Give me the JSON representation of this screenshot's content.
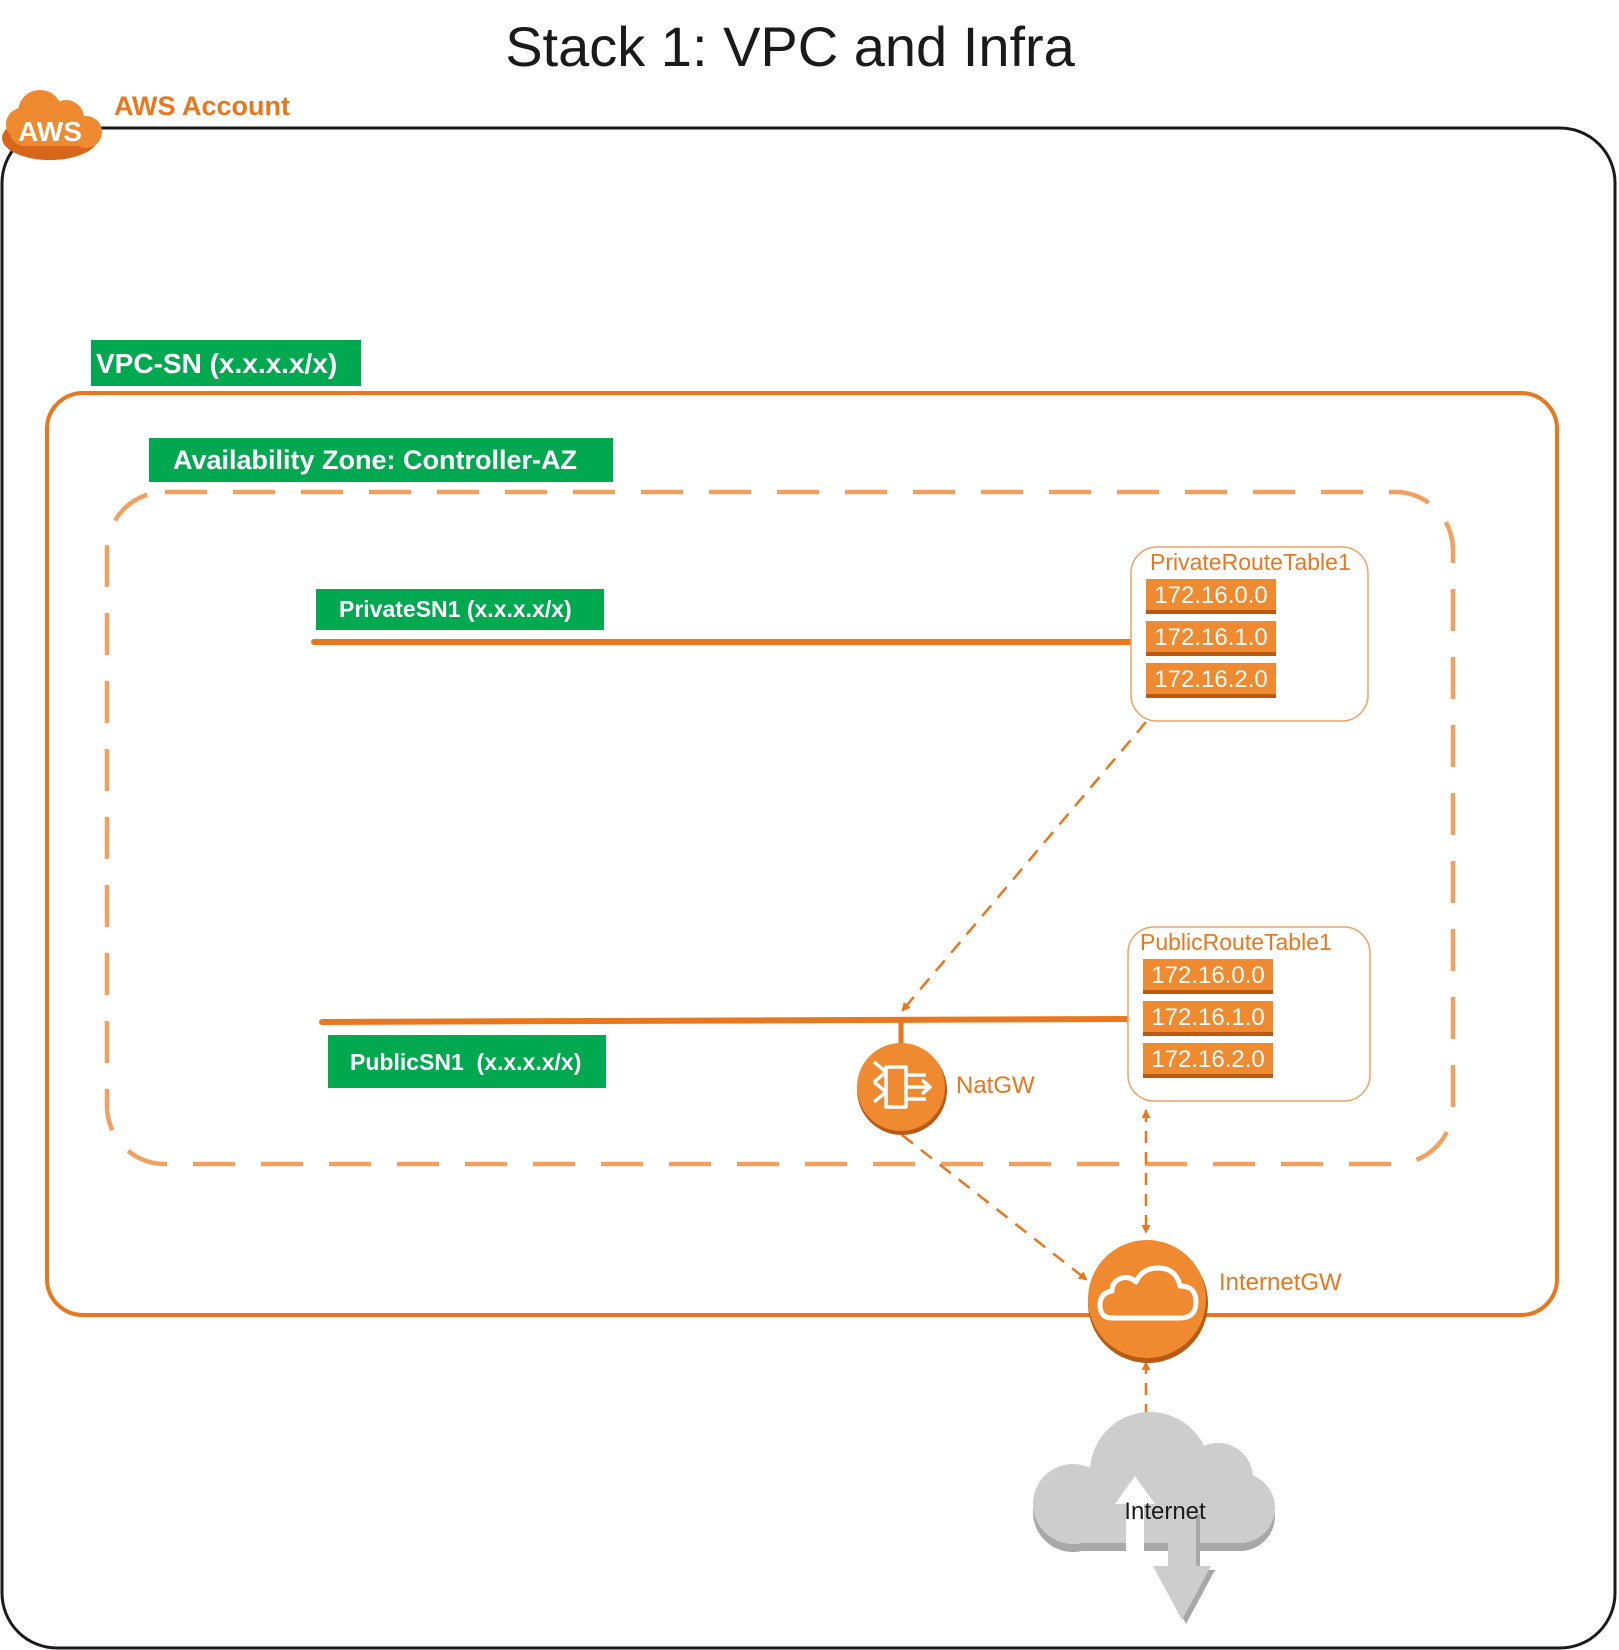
{
  "title": "Stack 1: VPC and Infra",
  "colors": {
    "orange": "#E8771E",
    "orange_light": "#F2A060",
    "green": "#00A94F",
    "grey_cloud": "#CDCDCD",
    "black": "#1A1A1A"
  },
  "aws_account": {
    "logo_text": "AWS",
    "label": "AWS Account",
    "icon": "aws-cloud-logo"
  },
  "vpc": {
    "label": "VPC-SN (x.x.x.x/x)"
  },
  "availability_zone": {
    "label": "Availability Zone: Controller-AZ"
  },
  "subnets": {
    "private": "PrivateSN1 (x.x.x.x/x)",
    "public": "PublicSN1  (x.x.x.x/x)"
  },
  "route_tables": {
    "private": {
      "name": "PrivateRouteTable1",
      "routes": [
        "172.16.0.0",
        "172.16.1.0",
        "172.16.2.0"
      ]
    },
    "public": {
      "name": "PublicRouteTable1",
      "routes": [
        "172.16.0.0",
        "172.16.1.0",
        "172.16.2.0"
      ]
    }
  },
  "nat_gateway": {
    "label": "NatGW",
    "icon": "nat-gateway-icon"
  },
  "internet_gateway": {
    "label": "InternetGW",
    "icon": "internet-gateway-cloud-icon"
  },
  "internet": {
    "label": "Internet",
    "icon": "internet-cloud-icon"
  }
}
